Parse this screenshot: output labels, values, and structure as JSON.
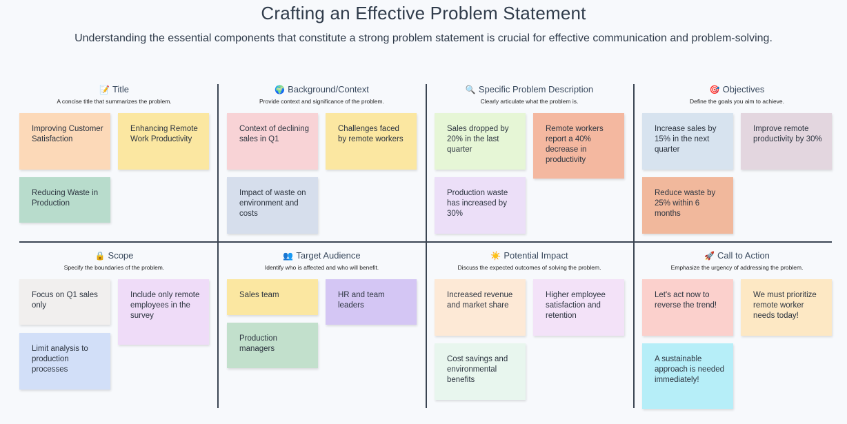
{
  "header": {
    "title": "Crafting an Effective Problem Statement",
    "subtitle": "Understanding the essential components that constitute a strong problem statement is crucial for effective communication and problem-solving."
  },
  "sections": [
    {
      "icon": "memo-icon",
      "emoji": "📝",
      "heading": "Title",
      "description": "A concise title that summarizes the problem.",
      "notes": [
        {
          "text": "Improving Customer Satisfaction",
          "color": "#fcd9b8"
        },
        {
          "text": "Enhancing Remote Work Productivity",
          "color": "#fbe7a1"
        },
        {
          "text": "Reducing Waste in Production",
          "color": "#b8dccc"
        }
      ]
    },
    {
      "icon": "globe-icon",
      "emoji": "🌍",
      "heading": "Background/Context",
      "description": "Provide context and significance of the problem.",
      "notes": [
        {
          "text": "Context of declining sales in Q1",
          "color": "#f8d3d6"
        },
        {
          "text": "Challenges faced by remote workers",
          "color": "#fbe7a1"
        },
        {
          "text": "Impact of waste on environment and costs",
          "color": "#d6deec"
        }
      ]
    },
    {
      "icon": "magnifier-icon",
      "emoji": "🔍",
      "heading": "Specific Problem Description",
      "description": "Clearly articulate what the problem is.",
      "notes": [
        {
          "text": "Sales dropped by 20% in the last quarter",
          "color": "#e6f6d6"
        },
        {
          "text": "Remote workers report a 40% decrease in productivity",
          "color": "#f4b8a0"
        },
        {
          "text": "Production waste has increased by 30%",
          "color": "#ecdff8"
        }
      ]
    },
    {
      "icon": "target-icon",
      "emoji": "🎯",
      "heading": "Objectives",
      "description": "Define the goals you aim to achieve.",
      "notes": [
        {
          "text": "Increase sales by 15% in the next quarter",
          "color": "#d7e3ef"
        },
        {
          "text": "Improve remote productivity by 30%",
          "color": "#e3d6df"
        },
        {
          "text": "Reduce waste by 25% within 6 months",
          "color": "#f1b89c"
        }
      ]
    },
    {
      "icon": "lock-icon",
      "emoji": "🔒",
      "heading": "Scope",
      "description": "Specify the boundaries of the problem.",
      "notes": [
        {
          "text": "Focus on Q1 sales only",
          "color": "#f1efee"
        },
        {
          "text": "Include only remote employees in the survey",
          "color": "#efdcf8"
        },
        {
          "text": "Limit analysis to production processes",
          "color": "#d2dff8"
        }
      ]
    },
    {
      "icon": "people-icon",
      "emoji": "👥",
      "heading": "Target Audience",
      "description": "Identify who is affected and who will benefit.",
      "notes": [
        {
          "text": "Sales team",
          "color": "#fbe7a1"
        },
        {
          "text": "HR and team leaders",
          "color": "#d4c6f4"
        },
        {
          "text": "Production managers",
          "color": "#c2e0cc"
        }
      ]
    },
    {
      "icon": "sun-icon",
      "emoji": "☀️",
      "heading": "Potential Impact",
      "description": "Discuss the expected outcomes of solving the problem.",
      "notes": [
        {
          "text": "Increased revenue and market share",
          "color": "#fde9d6"
        },
        {
          "text": "Higher employee satisfaction and retention",
          "color": "#f3e2f8"
        },
        {
          "text": "Cost savings and environmental benefits",
          "color": "#e8f6ee"
        }
      ]
    },
    {
      "icon": "rocket-icon",
      "emoji": "🚀",
      "heading": "Call to Action",
      "description": "Emphasize the urgency of addressing the problem.",
      "notes": [
        {
          "text": "Let's act now to reverse the trend!",
          "color": "#fbd0cc"
        },
        {
          "text": "We must prioritize remote worker needs today!",
          "color": "#fde8c4"
        },
        {
          "text": "A sustainable approach is needed immediately!",
          "color": "#b6eef8"
        }
      ]
    }
  ]
}
